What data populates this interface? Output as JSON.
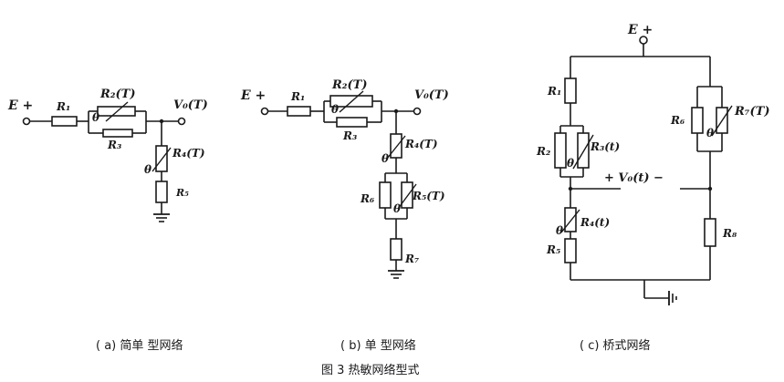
{
  "colors": {
    "ink": "#1a1a1a",
    "background": "#ffffff"
  },
  "circuit_a": {
    "E": "E +",
    "R1": "R₁",
    "R2": "R₂(T)",
    "R3": "R₃",
    "R4": "R₄(T)",
    "R5": "R₅",
    "V0": "V₀(T)",
    "theta1": "θ",
    "theta2": "θ",
    "caption": "( a) 简单    型网络"
  },
  "circuit_b": {
    "E": "E +",
    "R1": "R₁",
    "R2": "R₂(T)",
    "R3": "R₃",
    "R4": "R₄(T)",
    "R5": "R₅(T)",
    "R6": "R₆",
    "R7": "R₇",
    "V0": "V₀(T)",
    "theta1": "θ",
    "theta2": "θ",
    "theta3": "θ",
    "caption": "( b) 单     型网络"
  },
  "circuit_c": {
    "E": "E +",
    "R1": "R₁",
    "R2": "R₂",
    "R3": "R₃(t)",
    "R4": "R₄(t)",
    "R5": "R₅",
    "R6": "R₆",
    "R7": "R₇(T)",
    "R8": "R₈",
    "V0": "+  V₀(t)  −",
    "theta1": "θ",
    "theta2": "θ",
    "theta3": "θ",
    "caption": "( c)  桥式网络"
  },
  "figure_caption": "图 3    热敏网络型式"
}
